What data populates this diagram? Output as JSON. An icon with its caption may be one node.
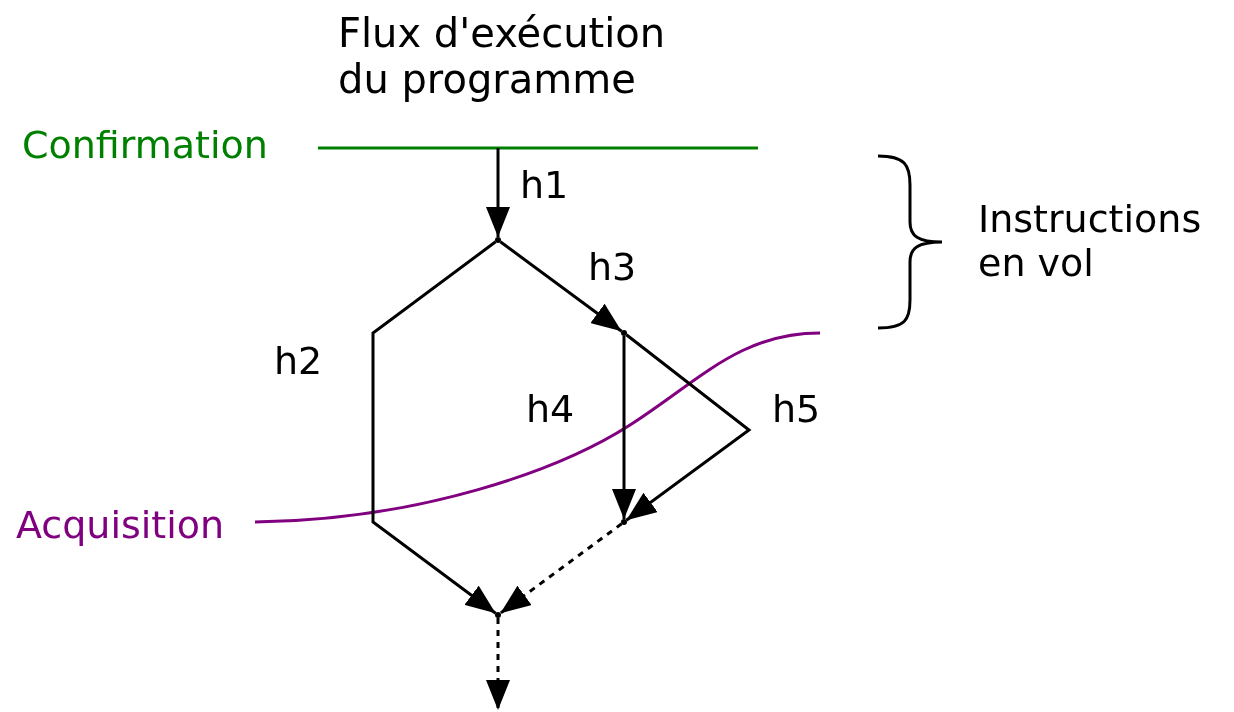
{
  "diagram": {
    "title": "Flux d'exécution du programme",
    "nodes": [
      {
        "text": [],
        "shape": "point"
      },
      {
        "text": [],
        "shape": "point"
      },
      {
        "text": [],
        "shape": "point"
      },
      {
        "text": [],
        "shape": "point"
      }
    ],
    "edges": [
      {
        "from": null,
        "to": 0,
        "arrow": "to",
        "label": "h1"
      },
      {
        "from": 0,
        "to": 3,
        "arrow": "to",
        "label": "h2"
      },
      {
        "from": 0,
        "to": 1,
        "arrow": "to",
        "label": "h3"
      },
      {
        "from": 1,
        "to": 2,
        "arrow": "to",
        "label": "h4"
      },
      {
        "from": 1,
        "to": 2,
        "arrow": "to",
        "label": "h5"
      },
      {
        "from": 2,
        "to": 3,
        "arrow": "to",
        "style": "dashed"
      },
      {
        "from": 3,
        "to": null,
        "arrow": "to",
        "style": "dashed"
      }
    ],
    "labels": [
      "Confirmation",
      "Instructions en vol",
      "Acquisition"
    ]
  }
}
